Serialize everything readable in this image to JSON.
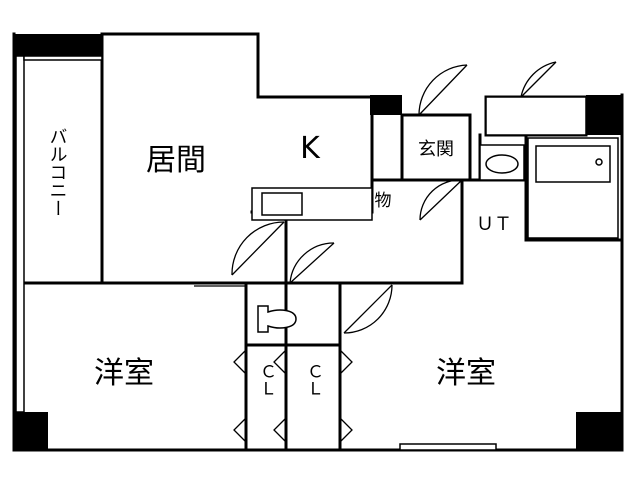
{
  "rooms": {
    "balcony": "バルコニー",
    "living": "居間",
    "kitchen": "K",
    "entrance": "玄関",
    "storage": "物",
    "utility": "ＵＴ",
    "western_left": "洋室",
    "western_right": "洋室",
    "closet_left": "ＣＬ",
    "closet_right": "ＣＬ"
  }
}
